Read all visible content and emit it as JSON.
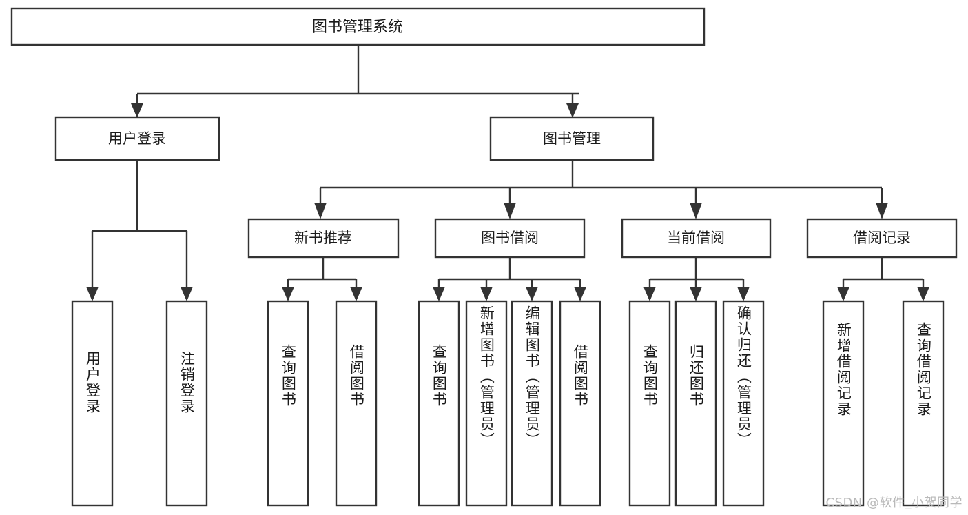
{
  "diagram": {
    "title": "图书管理系统",
    "watermark": "CSDN @软件_小贺同学",
    "colors": {
      "stroke": "#333333",
      "fill": "#ffffff",
      "text": "#1b1b1b",
      "watermark": "#b9b9b9",
      "background": "#ffffff"
    },
    "root": {
      "label": "图书管理系统"
    },
    "level2": [
      {
        "label": "用户登录"
      },
      {
        "label": "图书管理"
      }
    ],
    "level3": [
      {
        "label": "新书推荐"
      },
      {
        "label": "图书借阅"
      },
      {
        "label": "当前借阅"
      },
      {
        "label": "借阅记录"
      }
    ],
    "leaves": {
      "user_login": [
        {
          "label": "用户登录"
        },
        {
          "label": "注销登录"
        }
      ],
      "new_book_recommend": [
        {
          "label": "查询图书"
        },
        {
          "label": "借阅图书"
        }
      ],
      "book_borrow": [
        {
          "label": "查询图书"
        },
        {
          "label": "新增图书（管理员）"
        },
        {
          "label": "编辑图书（管理员）"
        },
        {
          "label": "借阅图书"
        }
      ],
      "current_borrow": [
        {
          "label": "查询图书"
        },
        {
          "label": "归还图书"
        },
        {
          "label": "确认归还（管理员）"
        }
      ],
      "borrow_record": [
        {
          "label": "新增借阅记录"
        },
        {
          "label": "查询借阅记录"
        }
      ]
    }
  }
}
